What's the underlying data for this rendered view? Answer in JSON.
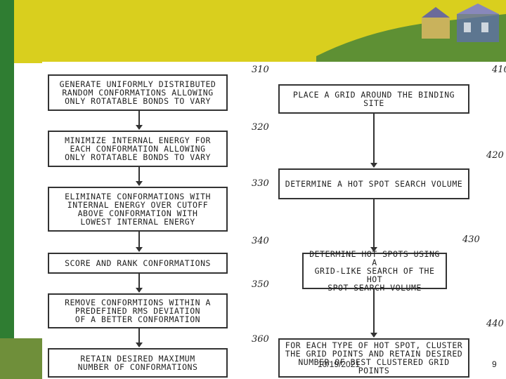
{
  "flowchart": {
    "left": [
      {
        "text": "GENERATE UNIFORMLY DISTRIBUTED\nRANDOM CONFORMATIONS ALLOWING\nONLY ROTATABLE BONDS TO VARY",
        "ref": "310"
      },
      {
        "text": "MINIMIZE INTERNAL ENERGY FOR\nEACH CONFORMATION ALLOWING\nONLY ROTATABLE BONDS TO VARY",
        "ref": "320"
      },
      {
        "text": "ELIMINATE CONFORMATIONS WITH\nINTERNAL ENERGY OVER CUTOFF\nABOVE CONFORMATION WITH\nLOWEST INTERNAL ENERGY",
        "ref": "330"
      },
      {
        "text": "SCORE AND RANK CONFORMATIONS",
        "ref": "340"
      },
      {
        "text": "REMOVE CONFORMTIONS WITHIN A\nPREDEFINED RMS DEVIATION\nOF A BETTER CONFORMATION",
        "ref": "350"
      },
      {
        "text": "RETAIN DESIRED MAXIMUM\nNUMBER OF CONFORMATIONS",
        "ref": "360"
      }
    ],
    "right": [
      {
        "text": "PLACE A GRID AROUND THE BINDING SITE",
        "ref": "410"
      },
      {
        "text": "DETERMINE A HOT SPOT SEARCH VOLUME",
        "ref": "420"
      },
      {
        "text": "DETERMINE HOT SPOTS USING A\nGRID-LIKE SEARCH OF THE HOT\nSPOT SEARCH VOLUME",
        "ref": "430"
      },
      {
        "text": "FOR EACH TYPE OF HOT SPOT, CLUSTER\nTHE GRID POINTS AND RETAIN DESIRED\nNUMBER OF BEST CLUSTERED GRID POINTS",
        "ref": "440"
      }
    ]
  },
  "footer": {
    "date": "10/19/2021",
    "page": "9"
  },
  "colors": {
    "header": "#d9cf1e",
    "sidebar": "#2f7d32"
  }
}
